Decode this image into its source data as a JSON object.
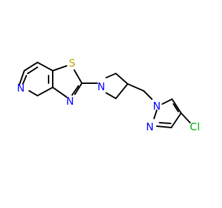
{
  "diagram": {
    "type": "chemical-structure",
    "atoms": [
      {
        "id": "n_pyridine",
        "symbol": "N",
        "color": "#0000ff"
      },
      {
        "id": "s_thiazole",
        "symbol": "S",
        "color": "#b8a800"
      },
      {
        "id": "n_thiazole",
        "symbol": "N",
        "color": "#0000ff"
      },
      {
        "id": "n_azetidine",
        "symbol": "N",
        "color": "#0000ff"
      },
      {
        "id": "n1_pyrazole",
        "symbol": "N",
        "color": "#0000ff"
      },
      {
        "id": "n2_pyrazole",
        "symbol": "N",
        "color": "#0000ff"
      },
      {
        "id": "cl",
        "symbol": "Cl",
        "color": "#00b000"
      }
    ],
    "bond_color": "#000000"
  }
}
